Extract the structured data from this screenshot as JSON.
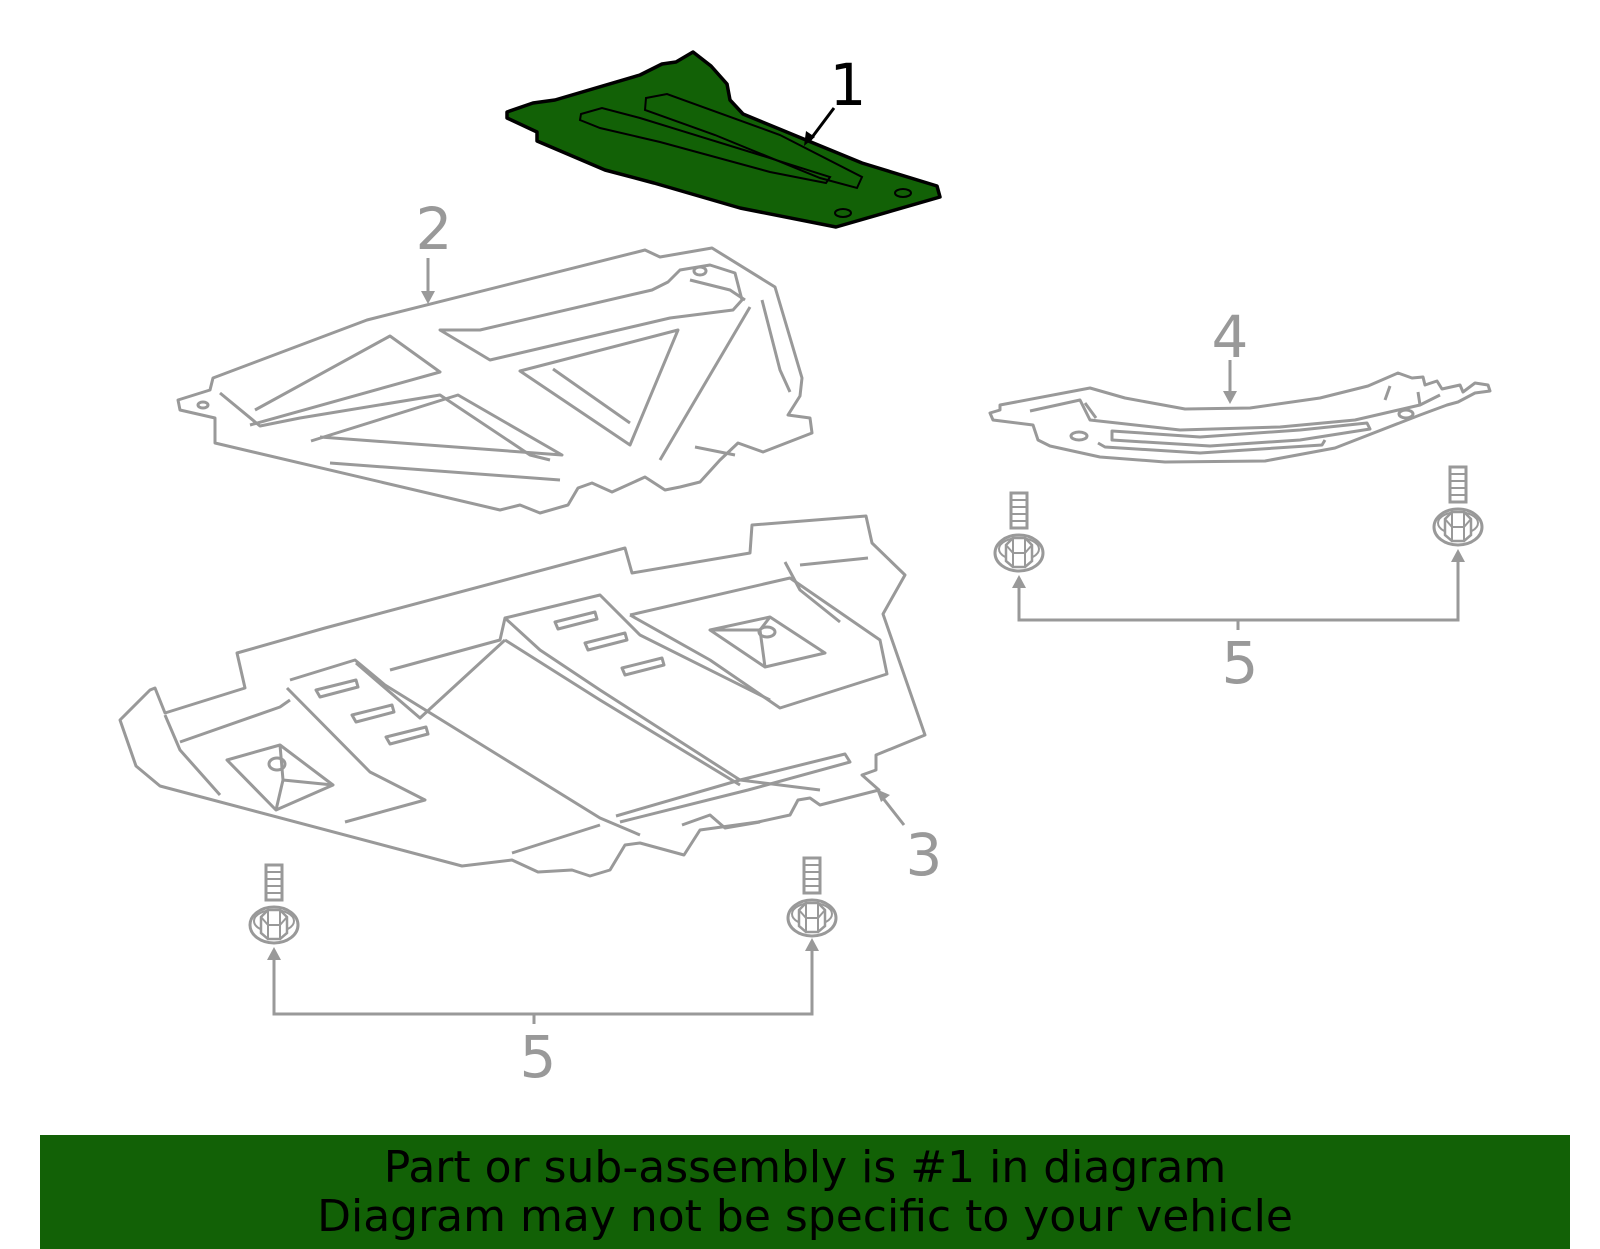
{
  "callouts": {
    "part1": "1",
    "part2": "2",
    "part3": "3",
    "part4": "4",
    "bolts_lower": "5",
    "bolts_right": "5"
  },
  "banner": {
    "line1": "Part or sub-assembly is #1 in diagram",
    "line2": "Diagram may not be specific to your vehicle"
  },
  "colors": {
    "highlight": "#126106",
    "outline_gray": "#999999",
    "highlight_outline": "#000000"
  }
}
